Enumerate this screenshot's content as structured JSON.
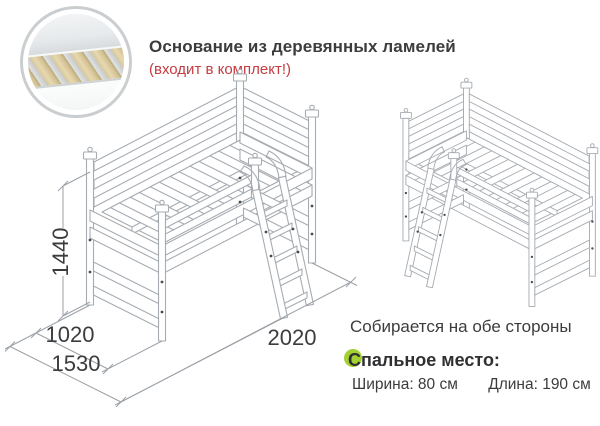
{
  "callout": {
    "title": "Основание из деревянных ламелей",
    "subtitle": "(входит в комплект!)"
  },
  "inset": {
    "name": "wooden-slats-closeup-photo"
  },
  "dimensions": {
    "height_mm": "1440",
    "depth_mm": "1020",
    "depth_total_mm": "1530",
    "length_mm": "2020"
  },
  "notes": {
    "assembly": "Собирается на обе стороны",
    "sleeping_title": "Спальное место:",
    "sleeping_width": "Ширина: 80 см",
    "sleeping_length": "Длина: 190 см"
  },
  "colors": {
    "accent_red": "#c43b40",
    "accent_green": "#a3d133",
    "line_gray": "#a7acb2",
    "text_dark": "#3b3c3e",
    "slat_beige": "#d9c89b"
  }
}
